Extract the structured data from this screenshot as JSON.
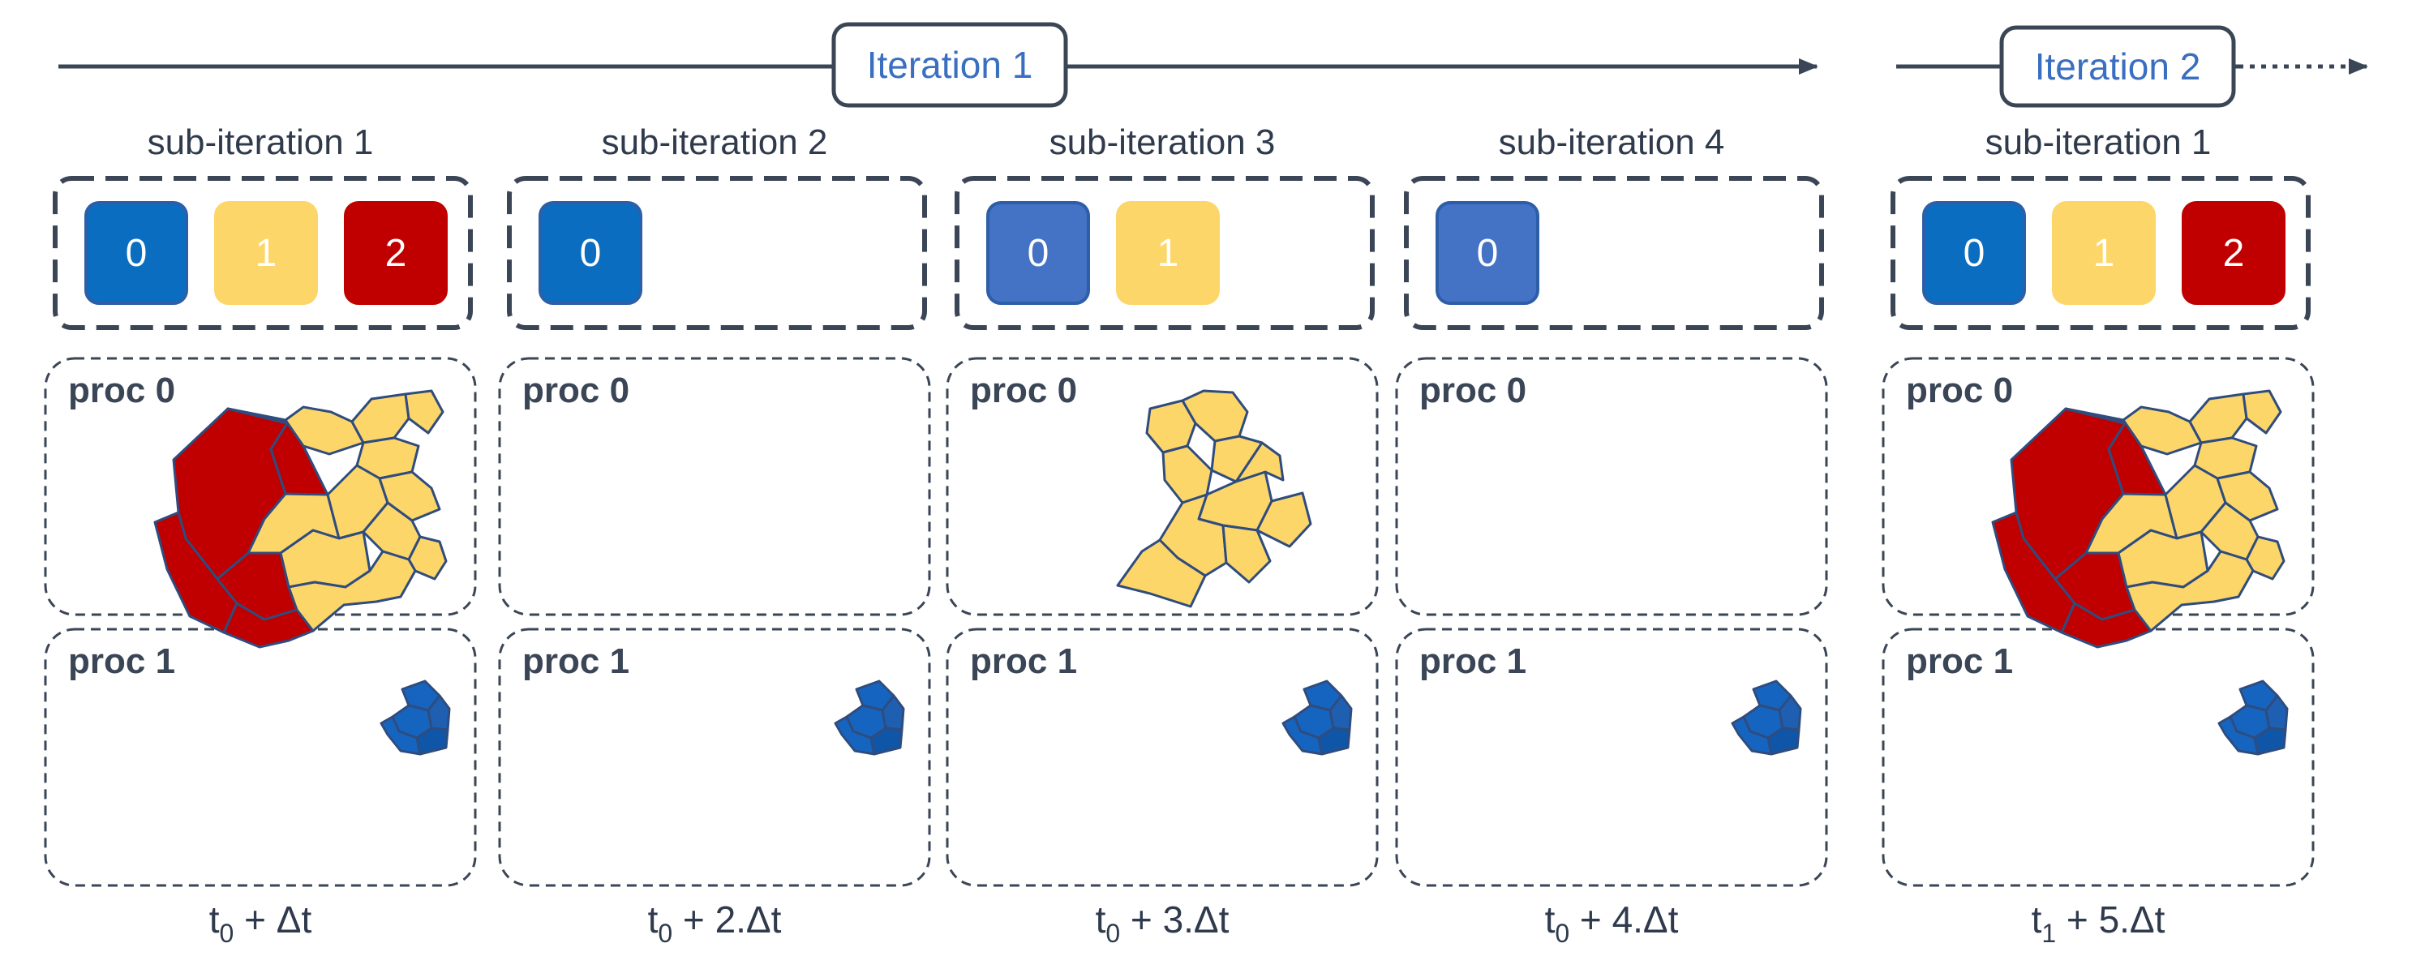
{
  "iterations": [
    {
      "label": "Iteration 1"
    },
    {
      "label": "Iteration 2"
    }
  ],
  "columns": [
    {
      "label": "sub-iteration 1",
      "ranks": [
        {
          "text": "0",
          "color": "#0b6dbf"
        },
        {
          "text": "1",
          "color": "#fdd66a"
        },
        {
          "text": "2",
          "color": "#c00000"
        }
      ],
      "proc0": "proc 0",
      "proc1": "proc 1",
      "time": {
        "base": "t",
        "sub": "0",
        "rest": " + Δt"
      },
      "mesh": "full"
    },
    {
      "label": "sub-iteration 2",
      "ranks": [
        {
          "text": "0",
          "color": "#0b6dbf"
        }
      ],
      "proc0": "proc 0",
      "proc1": "proc 1",
      "time": {
        "base": "t",
        "sub": "0",
        "rest": " + 2.Δt"
      },
      "mesh": "none"
    },
    {
      "label": "sub-iteration 3",
      "ranks": [
        {
          "text": "0",
          "color": "#4472c4"
        },
        {
          "text": "1",
          "color": "#fdd66a"
        }
      ],
      "proc0": "proc 0",
      "proc1": "proc 1",
      "time": {
        "base": "t",
        "sub": "0",
        "rest": " + 3.Δt"
      },
      "mesh": "yellow"
    },
    {
      "label": "sub-iteration 4",
      "ranks": [
        {
          "text": "0",
          "color": "#4472c4"
        }
      ],
      "proc0": "proc 0",
      "proc1": "proc 1",
      "time": {
        "base": "t",
        "sub": "0",
        "rest": " + 4.Δt"
      },
      "mesh": "none"
    },
    {
      "label": "sub-iteration 1",
      "ranks": [
        {
          "text": "0",
          "color": "#0b6dbf"
        },
        {
          "text": "1",
          "color": "#fdd66a"
        },
        {
          "text": "2",
          "color": "#c00000"
        }
      ],
      "proc0": "proc 0",
      "proc1": "proc 1",
      "time": {
        "base": "t",
        "sub": "1",
        "rest": " + 5.Δt"
      },
      "mesh": "full"
    }
  ],
  "colors": {
    "red": "#c00000",
    "yellow": "#fdd66a",
    "blue": "#1565c0",
    "border": "#3a4556",
    "iteration_text": "#3a6fc0"
  }
}
